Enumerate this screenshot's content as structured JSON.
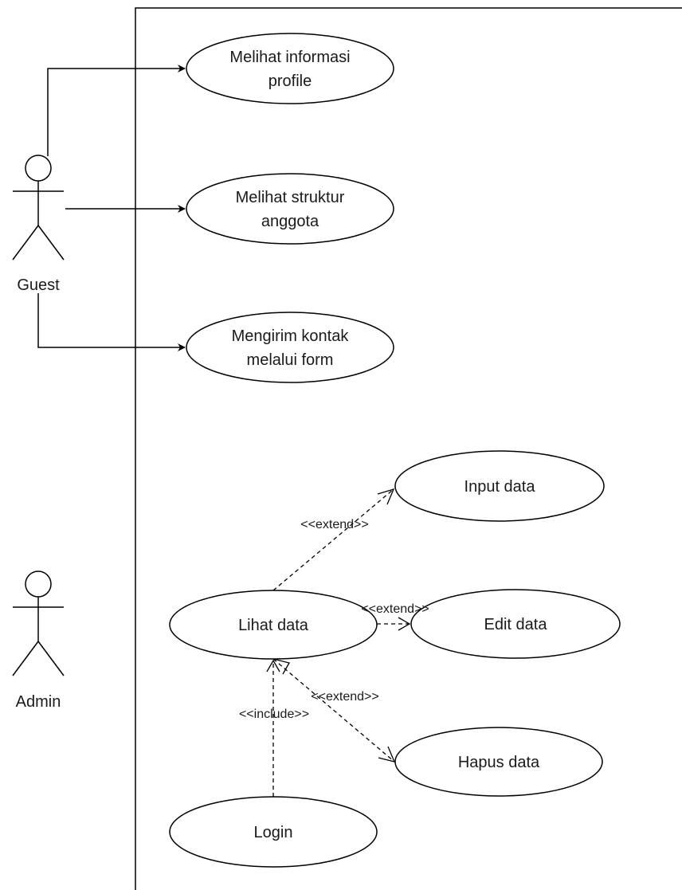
{
  "actors": {
    "guest": {
      "label": "Guest"
    },
    "admin": {
      "label": "Admin"
    }
  },
  "use_cases": {
    "melihat_informasi_profile": {
      "line1": "Melihat informasi",
      "line2": "profile"
    },
    "melihat_struktur_anggota": {
      "line1": "Melihat struktur",
      "line2": "anggota"
    },
    "mengirim_kontak": {
      "line1": "Mengirim kontak",
      "line2": "melalui form"
    },
    "input_data": {
      "label": "Input data"
    },
    "lihat_data": {
      "label": "Lihat data"
    },
    "edit_data": {
      "label": "Edit data"
    },
    "hapus_data": {
      "label": "Hapus data"
    },
    "login": {
      "label": "Login"
    }
  },
  "relationships": {
    "extend_input": "<<extend>>",
    "extend_edit": "<<extend>>",
    "extend_hapus": "<<extend>>",
    "include_login": "<<include>>"
  },
  "colors": {
    "stroke": "#000000",
    "background": "#ffffff",
    "text": "#1a1a1a"
  }
}
